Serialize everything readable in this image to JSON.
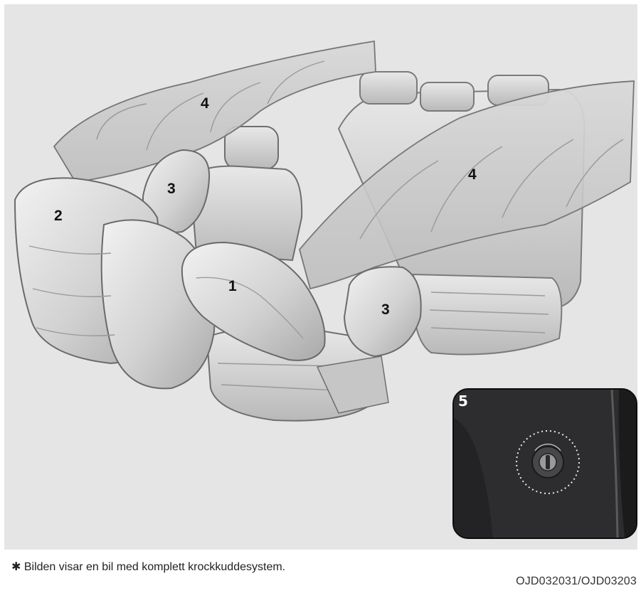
{
  "callouts": {
    "front_airbag": "1",
    "knee_or_front_airbag": "2",
    "side_airbag_left": "3",
    "side_airbag_right": "3",
    "curtain_airbag_left": "4",
    "curtain_airbag_right": "4"
  },
  "inset": {
    "callout": "5",
    "subject": "airbag-switch-indicator"
  },
  "caption": "✱ Bilden visar en bil med komplett krockkuddesystem.",
  "figure_code": "OJD032031/OJD03203",
  "colors": {
    "panel_background": "#e5e5e5",
    "airbag_fill": "#d6d6d6",
    "seat_fill": "#cfcfcf",
    "outline": "#6e6e6e",
    "inset_background": "#2b2b2d"
  }
}
